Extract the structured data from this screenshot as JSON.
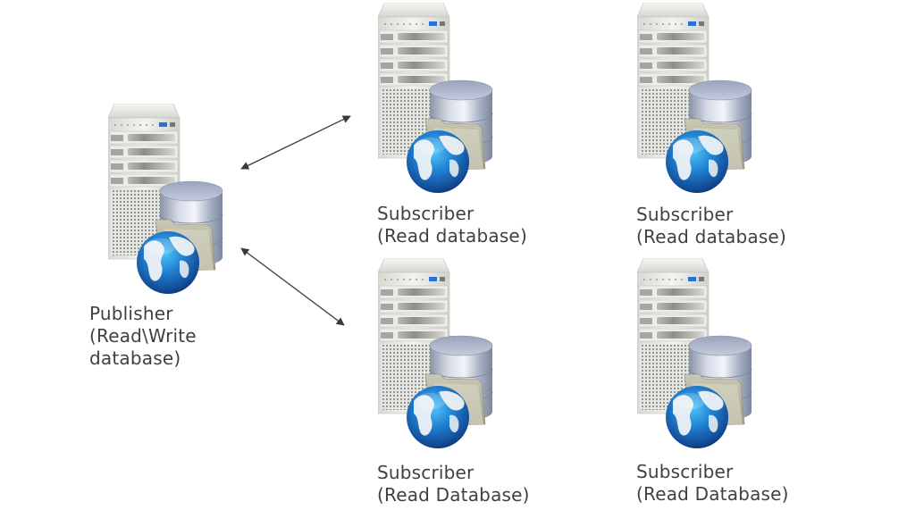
{
  "diagram": {
    "type": "database-replication-topology",
    "arrow_style": "bidirectional",
    "colors": {
      "label_text": "#404040",
      "arrow": "#3a3a3a",
      "globe_blue": "#1f6fc1",
      "database_silver": "#a9b4c8",
      "server_gray": "#e4e4e0"
    },
    "publisher": {
      "id": "publisher",
      "icon": "server-database-globe-icon",
      "label_line1": "Publisher",
      "label_line2": "(Read\\Write",
      "label_line3": "database)"
    },
    "subscribers": [
      {
        "id": "subscriber-top-left",
        "icon": "server-database-globe-icon",
        "label_line1": "Subscriber",
        "label_line2": "(Read database)"
      },
      {
        "id": "subscriber-top-right",
        "icon": "server-database-globe-icon",
        "label_line1": "Subscriber",
        "label_line2": "(Read database)"
      },
      {
        "id": "subscriber-bottom-left",
        "icon": "server-database-globe-icon",
        "label_line1": "Subscriber",
        "label_line2": "(Read Database)"
      },
      {
        "id": "subscriber-bottom-right",
        "icon": "server-database-globe-icon",
        "label_line1": "Subscriber",
        "label_line2": "(Read Database)"
      }
    ],
    "connections": [
      {
        "from": "publisher",
        "to": "subscriber-top-left",
        "direction": "both"
      },
      {
        "from": "publisher",
        "to": "subscriber-bottom-left",
        "direction": "both"
      }
    ]
  }
}
